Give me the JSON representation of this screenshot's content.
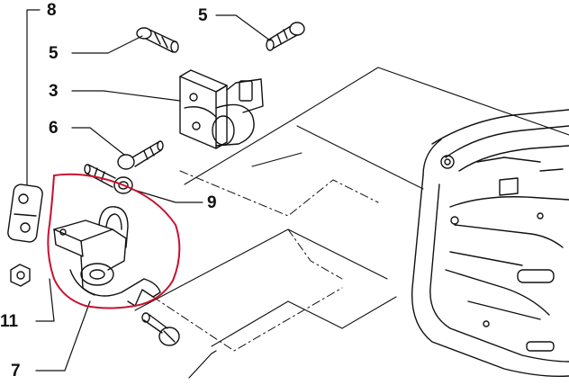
{
  "callouts": {
    "c8": "8",
    "c5a": "5",
    "c5b": "5",
    "c3": "3",
    "c6": "6",
    "c9": "9",
    "c11": "11",
    "c7": "7"
  },
  "colors": {
    "line": "#111111",
    "highlight": "#c8102e"
  }
}
